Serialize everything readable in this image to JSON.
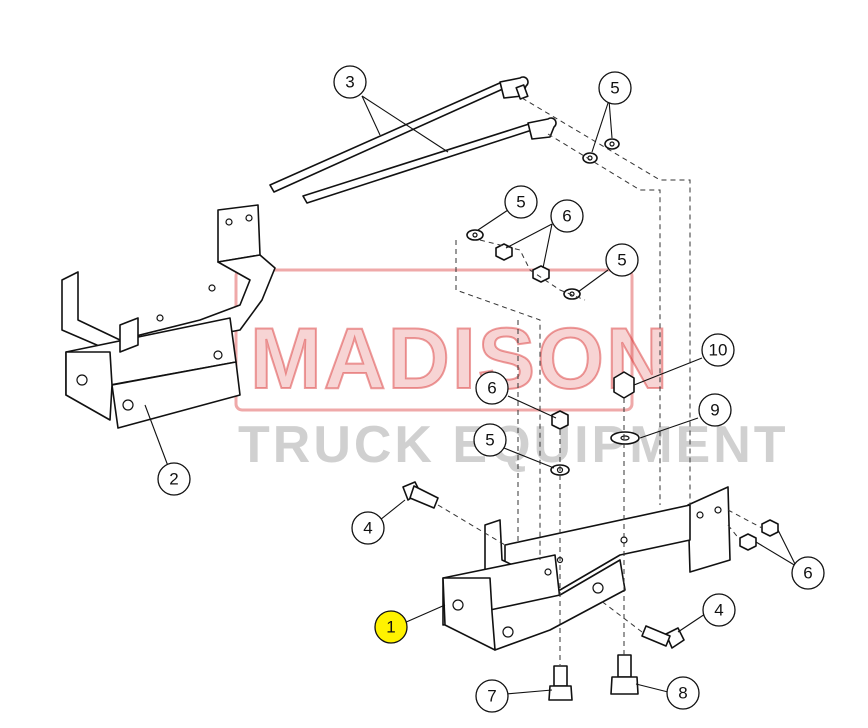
{
  "watermark": {
    "brand": "MADISON",
    "tagline": "TRUCK EQUIPMENT",
    "brand_color": "#d62828"
  },
  "callouts": [
    {
      "id": "c3",
      "label": "3"
    },
    {
      "id": "c5a",
      "label": "5"
    },
    {
      "id": "c5b",
      "label": "5"
    },
    {
      "id": "c6a",
      "label": "6"
    },
    {
      "id": "c5c",
      "label": "5"
    },
    {
      "id": "c10",
      "label": "10"
    },
    {
      "id": "c6b",
      "label": "6"
    },
    {
      "id": "c9",
      "label": "9"
    },
    {
      "id": "c5d",
      "label": "5"
    },
    {
      "id": "c2",
      "label": "2"
    },
    {
      "id": "c4a",
      "label": "4"
    },
    {
      "id": "c6c",
      "label": "6"
    },
    {
      "id": "c1",
      "label": "1",
      "highlight_color": "#fff200"
    },
    {
      "id": "c4b",
      "label": "4"
    },
    {
      "id": "c7",
      "label": "7"
    },
    {
      "id": "c8",
      "label": "8"
    }
  ]
}
